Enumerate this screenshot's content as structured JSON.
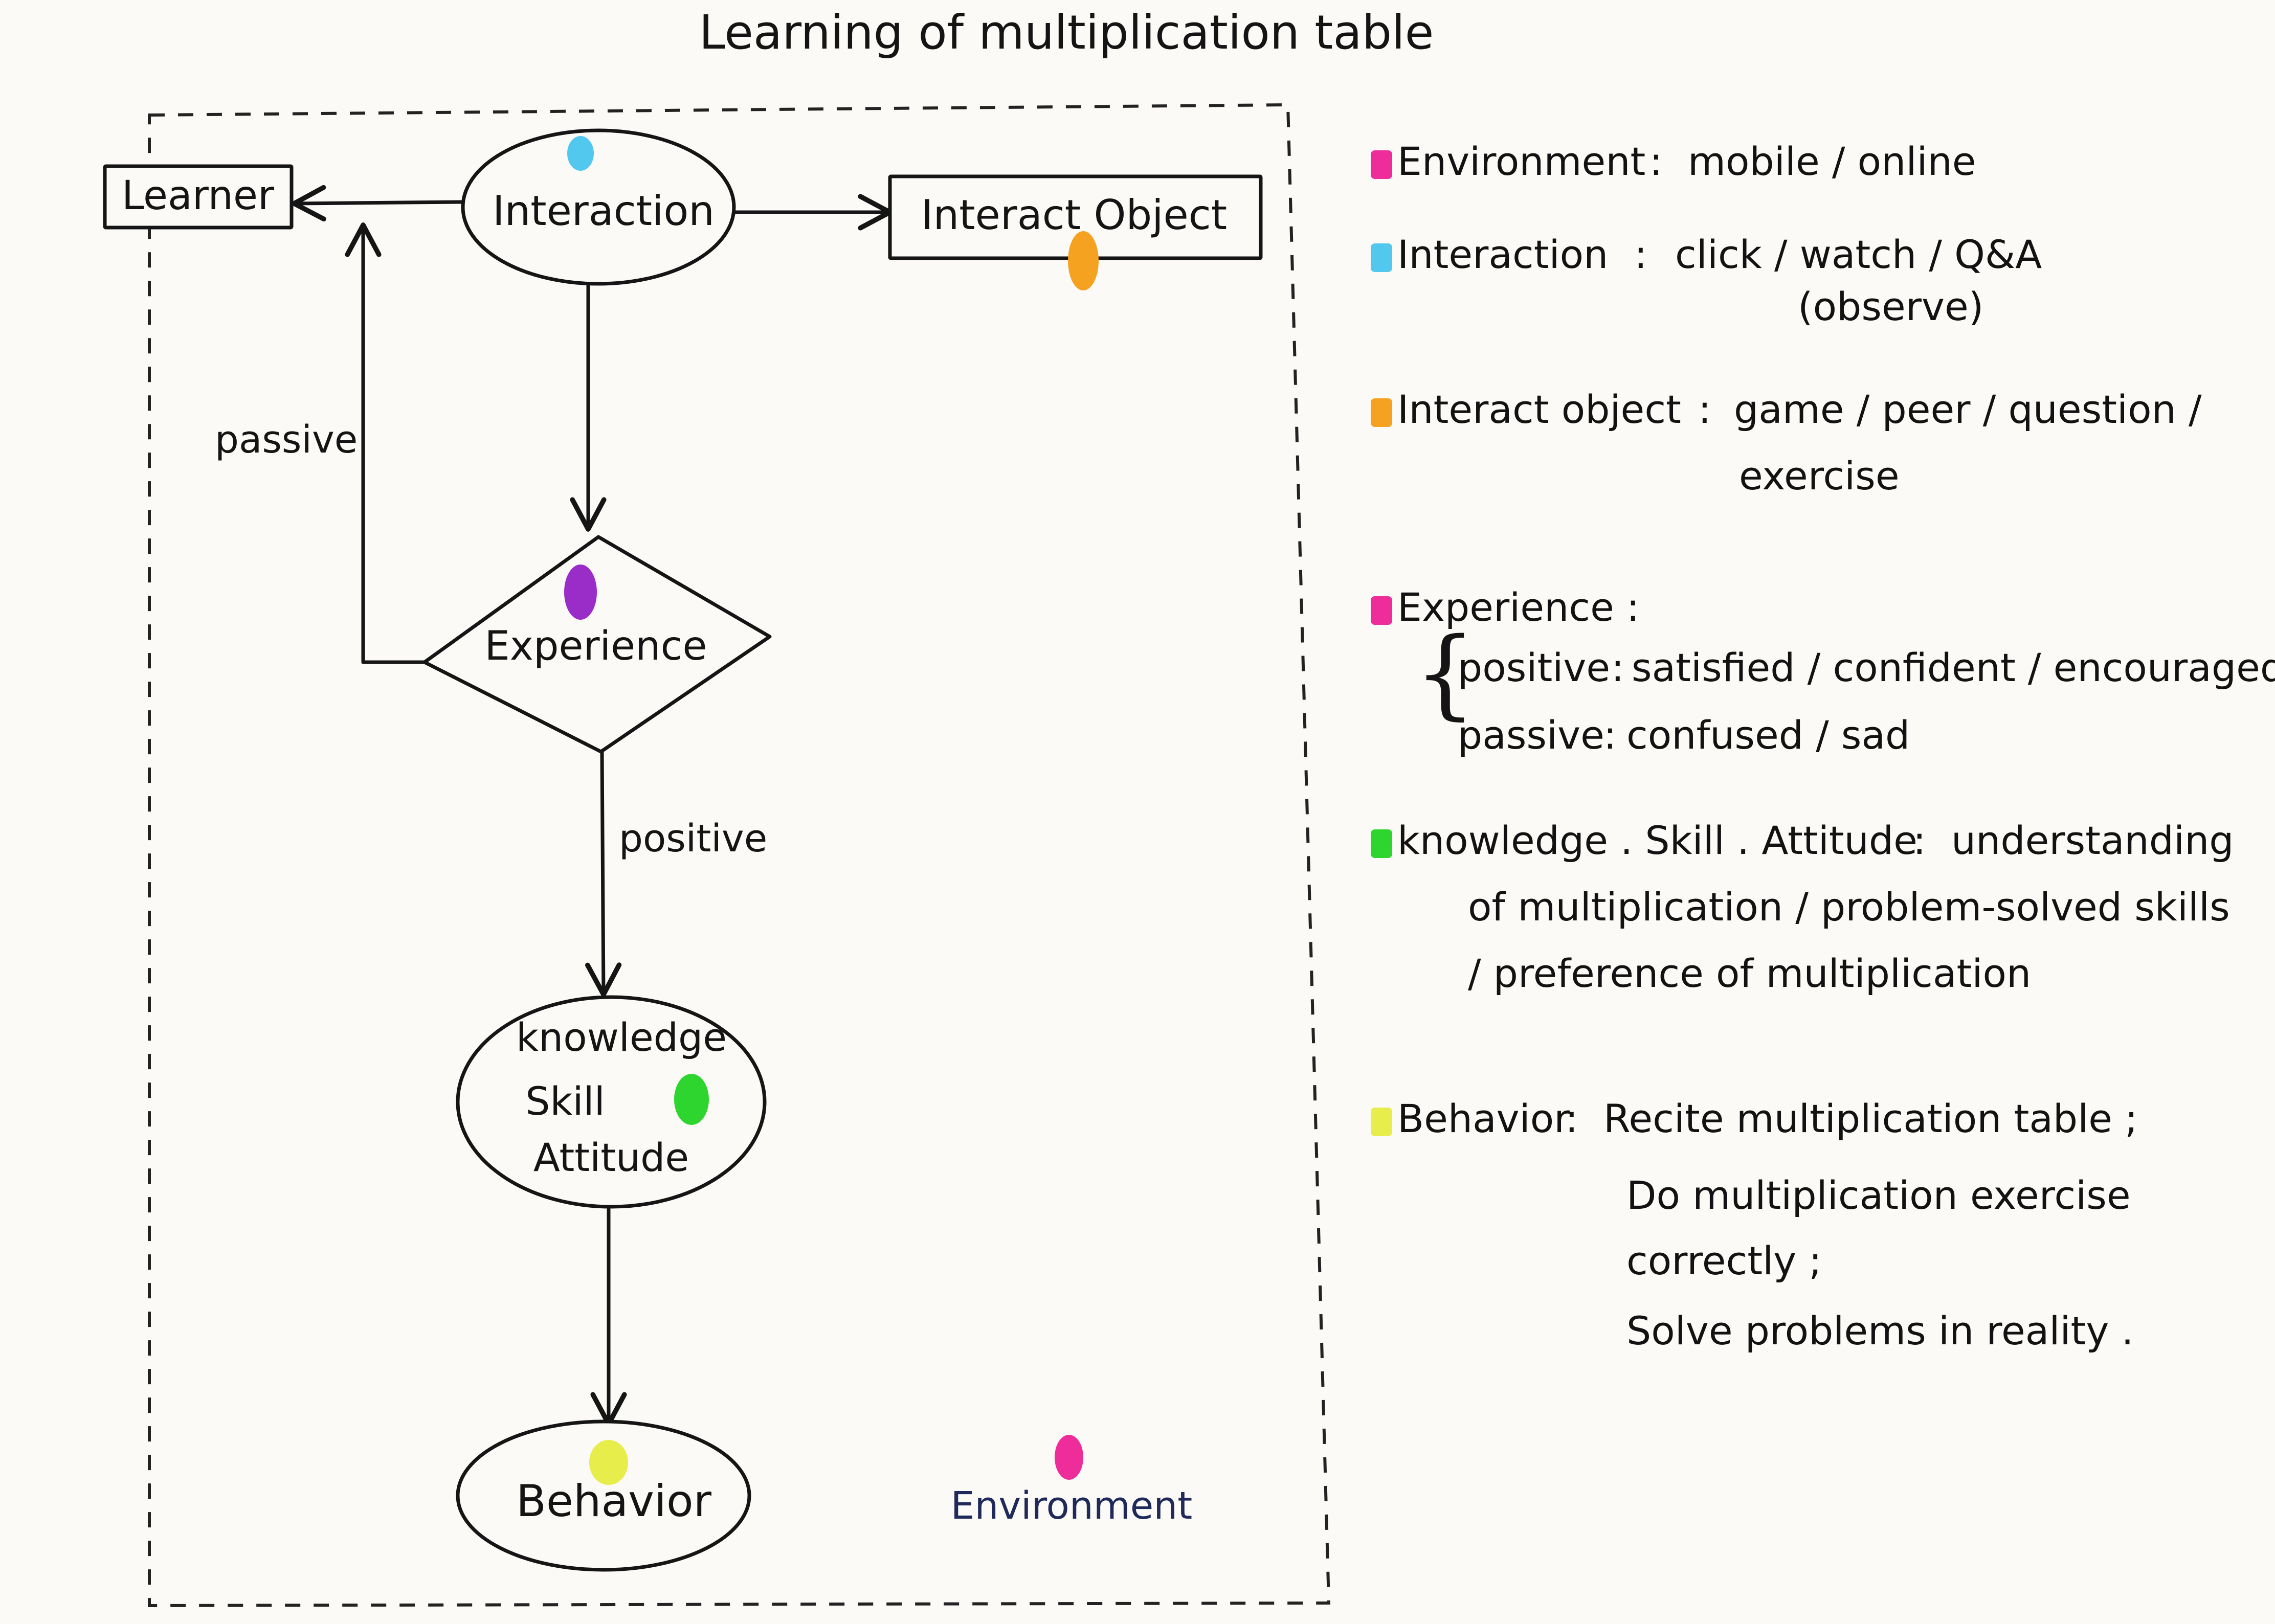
{
  "title": "Learning of multiplication table",
  "colors": {
    "environment": "#ee2c9a",
    "interaction": "#53c8ee",
    "interact_object": "#f4a21f",
    "experience": "#9a2cc8",
    "knowledge": "#2ed52e",
    "behavior": "#e7ed4b",
    "ink": "#141414",
    "paper": "#fbfaf6"
  },
  "nodes": {
    "learner": "Learner",
    "interaction": "Interaction",
    "interact_object": "Interact Object",
    "experience": "Experience",
    "knowledge_line1": "knowledge",
    "knowledge_line2": "Skill",
    "knowledge_line3": "Attitude",
    "behavior": "Behavior",
    "environment": "Environment"
  },
  "edge_labels": {
    "passive": "passive",
    "positive": "positive"
  },
  "legend": {
    "environment": {
      "term": "Environment",
      "separator": " : ",
      "values": "mobile  / online"
    },
    "interaction": {
      "term": "Interaction",
      "separator": " : ",
      "values": "click  / watch  /  Q&A",
      "note": "(observe)"
    },
    "interact_object": {
      "term": "Interact  object",
      "separator": " : ",
      "values": "game / peer / question /",
      "continuation": "exercise"
    },
    "experience": {
      "term": "Experience",
      "separator": " :",
      "positive_label": "positive",
      "positive_values": "satisfied / confident / encouraged",
      "passive_label": "passive",
      "passive_values": "confused /  sad"
    },
    "knowledge": {
      "term": "knowledge . Skill . Attitude",
      "separator": " : ",
      "line1": "understanding",
      "line2": "of  multiplication  /  problem-solved  skills",
      "line3": "/ preference  of  multiplication"
    },
    "behavior": {
      "term": "Behavior",
      "separator": " : ",
      "line1": "Recite  multiplication  table ;",
      "line2": "Do  multiplication   exercise",
      "line3": "correctly ;",
      "line4": "Solve  problems  in  reality ."
    }
  }
}
